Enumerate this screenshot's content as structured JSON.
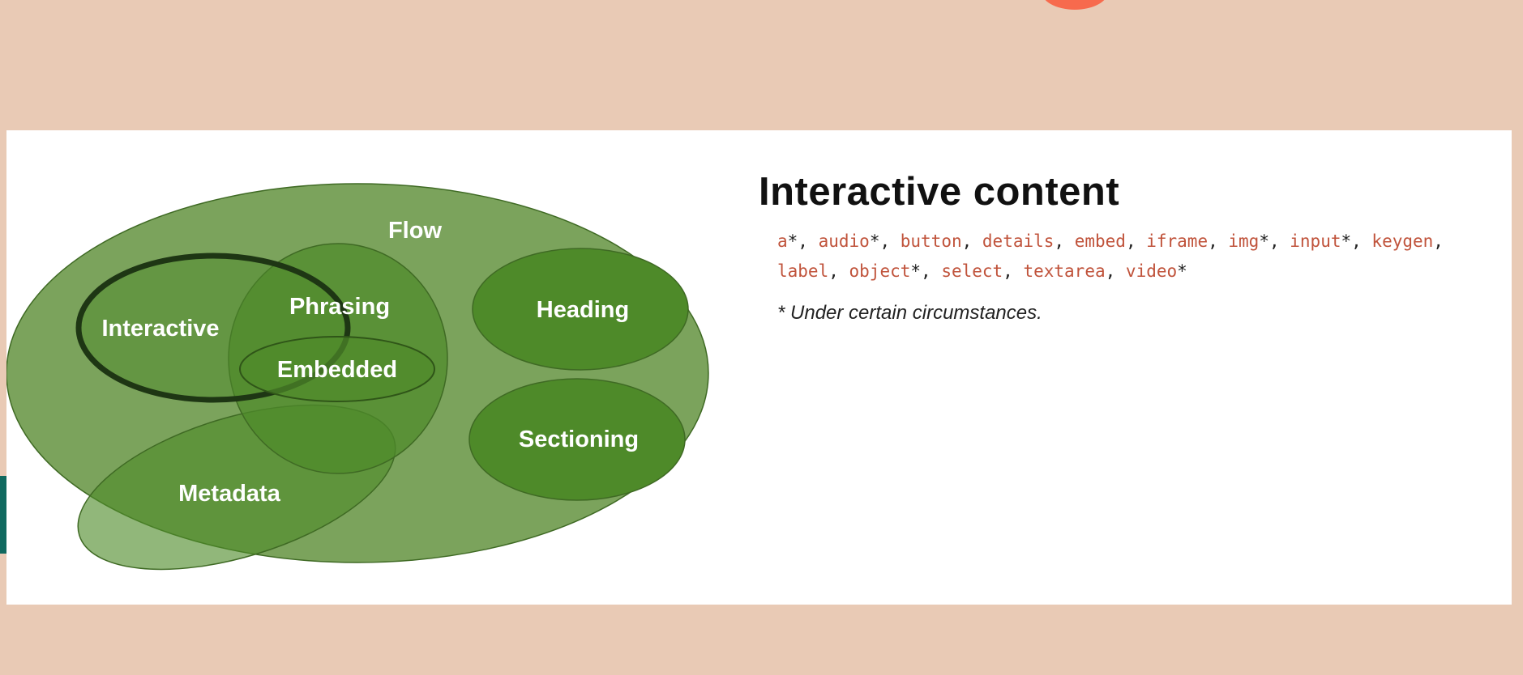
{
  "diagram": {
    "labels": {
      "flow": "Flow",
      "interactive": "Interactive",
      "phrasing": "Phrasing",
      "embedded": "Embedded",
      "heading": "Heading",
      "sectioning": "Sectioning",
      "metadata": "Metadata"
    },
    "colors": {
      "flow_fill": "#7ba35c",
      "inner_fill": "#4e8a29",
      "outline": "#3f6a24",
      "interactive_ring": "#1e3614",
      "label": "#ffffff"
    }
  },
  "content": {
    "title": "Interactive content",
    "elements": [
      {
        "name": "a",
        "suffix": "*"
      },
      {
        "name": "audio",
        "suffix": "*"
      },
      {
        "name": "button",
        "suffix": ""
      },
      {
        "name": "details",
        "suffix": ""
      },
      {
        "name": "embed",
        "suffix": ""
      },
      {
        "name": "iframe",
        "suffix": ""
      },
      {
        "name": "img",
        "suffix": "*"
      },
      {
        "name": "input",
        "suffix": "*"
      },
      {
        "name": "keygen",
        "suffix": ""
      },
      {
        "name": "label",
        "suffix": ""
      },
      {
        "name": "object",
        "suffix": "*"
      },
      {
        "name": "select",
        "suffix": ""
      },
      {
        "name": "textarea",
        "suffix": ""
      },
      {
        "name": "video",
        "suffix": "*"
      }
    ],
    "note": "* Under certain circumstances."
  },
  "decor": {
    "accent_color": "#f76a4d",
    "side_tab_color": "#10695f",
    "background": "#e9cab5"
  }
}
